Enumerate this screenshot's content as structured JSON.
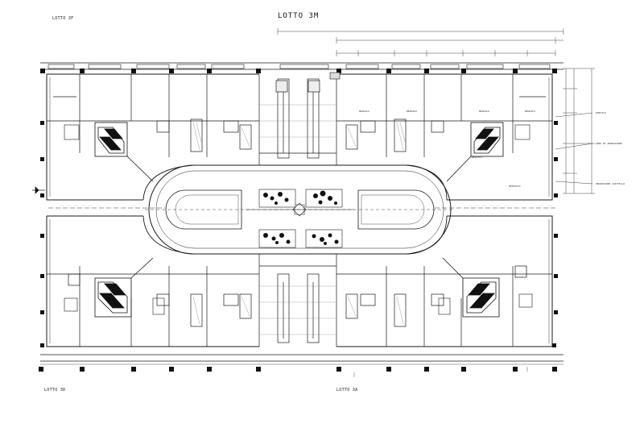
{
  "sheet": {
    "title": "LOTTO 3M",
    "lot_top_left": "LOTTO 3F",
    "lot_bottom_left": "LOTTO 3D",
    "lot_bottom_right": "LOTTO 3A"
  },
  "annotations": {
    "right_top": "PORTICO",
    "right_mid": "AREA DI AEREAZIONE",
    "right_low": "PROIEZIONE CAPITELLO"
  },
  "room_labels": [
    "NEGOZIO",
    "NEGOZIO",
    "NEGOZIO",
    "NEGOZIO",
    "DEPOSITO",
    "NEGOZIO"
  ],
  "colors": {
    "line": "#1a1a1a",
    "fill_dark": "#111111",
    "paper": "#ffffff"
  }
}
